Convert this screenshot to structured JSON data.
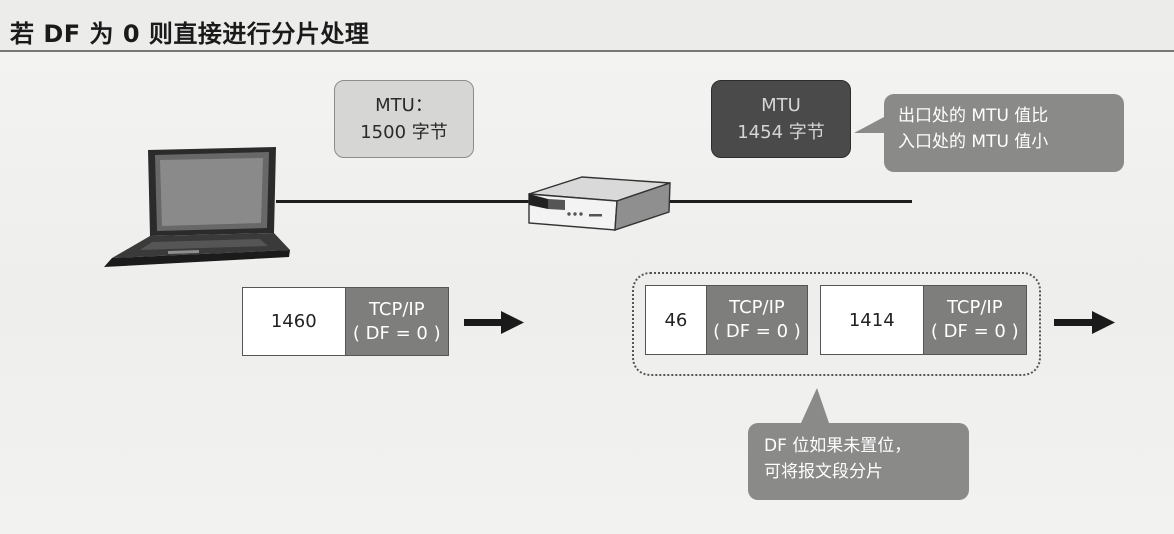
{
  "title": "若 DF 为 0 则直接进行分片处理",
  "mtu_in": {
    "line1": "MTU：",
    "line2": "1500 字节"
  },
  "mtu_out": {
    "line1": "MTU",
    "line2": "1454 字节"
  },
  "callout_mtu": {
    "line1": "出口处的 MTU 值比",
    "line2": "入口处的 MTU 值小"
  },
  "callout_df": {
    "line1": "DF 位如果未置位，",
    "line2": "可将报文段分片"
  },
  "packets": [
    {
      "data": "1460",
      "header_line1": "TCP/IP",
      "header_line2": "( DF = 0 )"
    },
    {
      "data": "46",
      "header_line1": "TCP/IP",
      "header_line2": "( DF = 0 )"
    },
    {
      "data": "1414",
      "header_line1": "TCP/IP",
      "header_line2": "( DF = 0 )"
    }
  ],
  "icons": {
    "laptop": "laptop-icon",
    "router": "router-icon",
    "arrow": "right-arrow-icon"
  },
  "colors": {
    "light_gray_box": "#d6d6d4",
    "dark_gray_box": "#4a4a4a",
    "callout_gray": "#8a8a88",
    "header_gray": "#7e7e7d"
  }
}
